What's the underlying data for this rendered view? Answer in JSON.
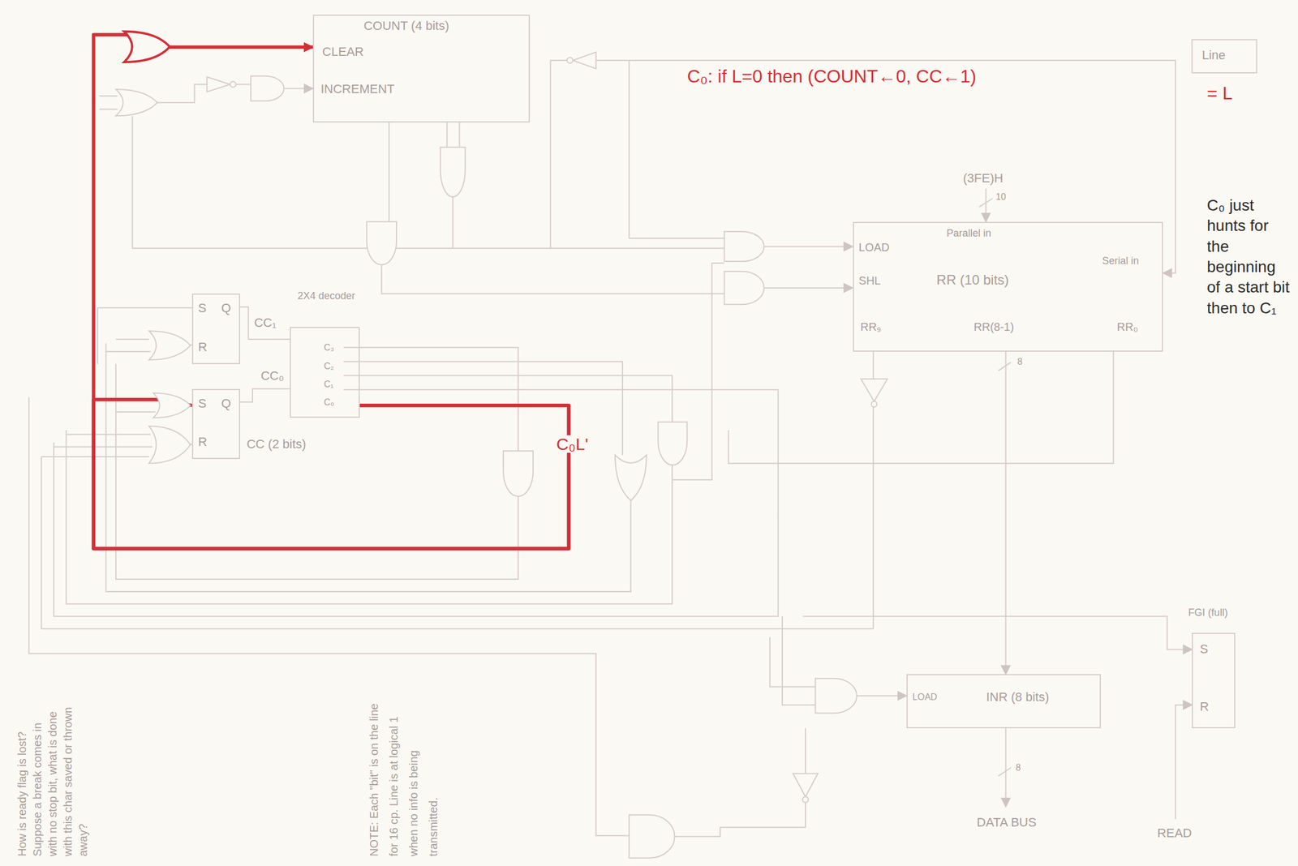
{
  "diagram": {
    "nodes": [
      {
        "text": [
          "COUNT (4 bits)",
          "CLEAR",
          "INCREMENT"
        ]
      },
      {
        "text": [
          "(3FE)H",
          "Parallel in",
          "LOAD",
          "SHL",
          "RR (10 bits)",
          "Serial in",
          "RR₉",
          "RR(8-1)",
          "RR₀"
        ]
      },
      {
        "text": [
          "S",
          "Q",
          "R"
        ]
      },
      {
        "text": [
          "2X4 decoder",
          "C₃",
          "C₂",
          "C₁",
          "C₀"
        ]
      },
      {
        "text": [
          "S",
          "Q",
          "R"
        ]
      },
      {
        "text": [
          "LOAD",
          "INR (8 bits)"
        ]
      },
      {
        "text": [
          "FGI (full)",
          "S",
          "R"
        ]
      }
    ],
    "edges": [
      {
        "from": 3,
        "to": 0,
        "arrow": "to",
        "label": "C₀L'"
      },
      {
        "from": 3,
        "to": 4,
        "arrow": "none"
      },
      {
        "from": 2,
        "to": 3,
        "arrow": "none",
        "label": "CC₁"
      },
      {
        "from": 4,
        "to": 3,
        "arrow": "none",
        "label": "CC₀"
      },
      {
        "from": 1,
        "to": 5,
        "arrow": "to",
        "label": "8"
      }
    ],
    "labels": [
      "C₀: if L=0 then (COUNT←0, CC←1)",
      "= L",
      "C₀ just hunts for the beginning of a start bit then to C₁",
      "10",
      "Line",
      "CC (2 bits)",
      "8",
      "DATA BUS",
      "READ",
      "How is ready flag is lost? Suppose a break comes in with no stop bit, what is done with this char saved or thrown away?",
      "NOTE: Each \"bit\" is on the line for 16 cp. Line is at logical 1 when no info is being transmitted."
    ]
  }
}
